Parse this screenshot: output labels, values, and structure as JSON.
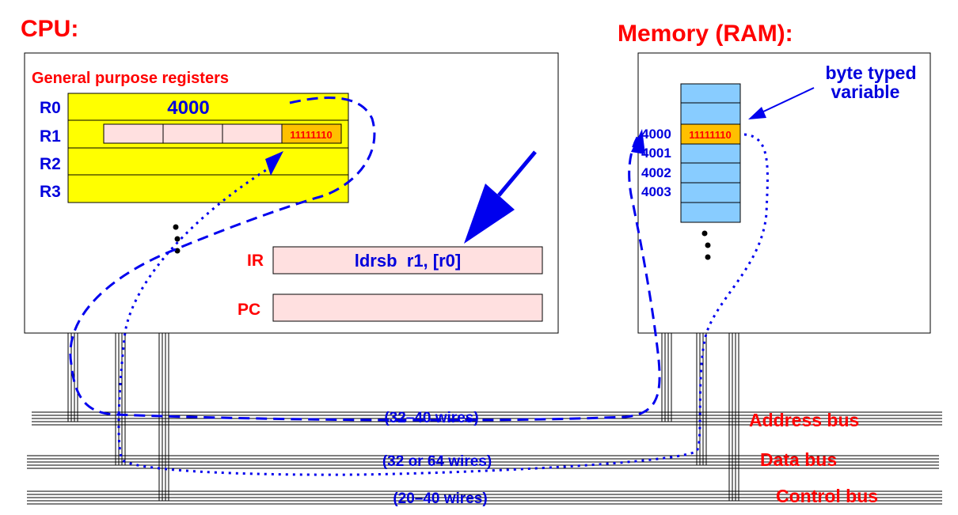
{
  "cpu": {
    "title": "CPU:",
    "registers_title": "General purpose registers",
    "registers": [
      {
        "name": "R0",
        "value": "4000"
      },
      {
        "name": "R1",
        "value": "11111110"
      },
      {
        "name": "R2",
        "value": ""
      },
      {
        "name": "R3",
        "value": ""
      }
    ],
    "ir_label": "IR",
    "ir_value": "ldrsb  r1, [r0]",
    "pc_label": "PC",
    "pc_value": ""
  },
  "memory": {
    "title": "Memory (RAM):",
    "note": [
      "byte typed",
      "variable"
    ],
    "addresses": [
      "4000",
      "4001",
      "4002",
      "4003"
    ],
    "cell_value": "11111110"
  },
  "buses": [
    {
      "name": "Address bus",
      "wires": "(32–40 wires)"
    },
    {
      "name": "Data bus",
      "wires": "(32 or 64 wires)"
    },
    {
      "name": "Control bus",
      "wires": "(20–40 wires)"
    }
  ],
  "colors": {
    "label_red": "#ff0000",
    "label_blue": "#0000dd",
    "register_fill": "#ffff00",
    "cell_pink": "#ffe0e0",
    "memory_cell": "#88ccff",
    "highlight_cell": "#ffc000",
    "arrow_blue": "#0000ee"
  }
}
